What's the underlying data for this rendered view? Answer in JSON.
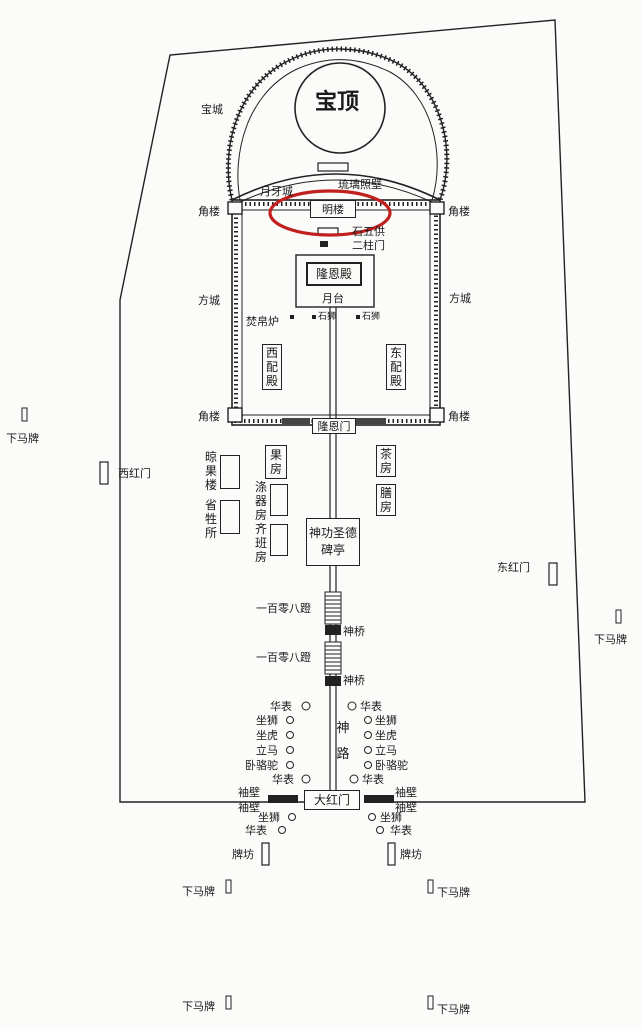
{
  "dome": {
    "title": "宝顶"
  },
  "wall_labels": {
    "baocheng": "宝城",
    "yueyacheng": "月牙城",
    "liulizhaobi": "琉璃照壁",
    "fangcheng_w": "方城",
    "fangcheng_e": "方城",
    "jiaolou_nw": "角楼",
    "jiaolou_ne": "角楼",
    "jiaolou_sw": "角楼",
    "jiaolou_se": "角楼"
  },
  "buildings": {
    "minglou": "明楼",
    "shiwugong": "石五供",
    "erzhumen": "二柱门",
    "longendian": "隆恩殿",
    "yuetai": "月台",
    "fenbolu": "焚帛炉",
    "shishi_w": "石狮",
    "shishi_e": "石狮",
    "xipeidian": "西配殿",
    "dongpeidian": "东配殿",
    "longenmen": "隆恩门",
    "liangguolou": "晾果楼",
    "shengshengsuo": "省牲所",
    "guofang": "果房",
    "diqifang": "涤器房",
    "qibanfang": "齐班房",
    "chafang": "茶房",
    "shanfang": "膳房",
    "beiting": "神功圣德碑亭",
    "dahongmen": "大红门"
  },
  "path": {
    "steps_1": "一百零八蹬",
    "bridge_1": "神桥",
    "steps_2": "一百零八蹬",
    "bridge_2": "神桥",
    "shenlu": "神路"
  },
  "statues_west": [
    "华表",
    "坐狮",
    "坐虎",
    "立马",
    "卧骆驼",
    "华表"
  ],
  "statues_east": [
    "华表",
    "坐狮",
    "坐虎",
    "立马",
    "卧骆驼",
    "华表"
  ],
  "front": {
    "xiubi_w1": "袖壁",
    "xiubi_w2": "袖壁",
    "xiubi_e1": "袖壁",
    "xiubi_e2": "袖壁",
    "zuoshi_w": "坐狮",
    "zuoshi_e": "坐狮",
    "huabiao_w": "华表",
    "huabiao_e": "华表",
    "paifang_w": "牌坊",
    "paifang_e": "牌坊"
  },
  "gates": {
    "xihongmen": "西红门",
    "donghongmen": "东红门"
  },
  "xiamapai": {
    "west": "下马牌",
    "east": "下马牌",
    "sw1": "下马牌",
    "se1": "下马牌",
    "sw2": "下马牌",
    "se2": "下马牌"
  },
  "colors": {
    "line": "#222222",
    "highlight": "#c0211f",
    "paper": "#fbfbf9"
  }
}
